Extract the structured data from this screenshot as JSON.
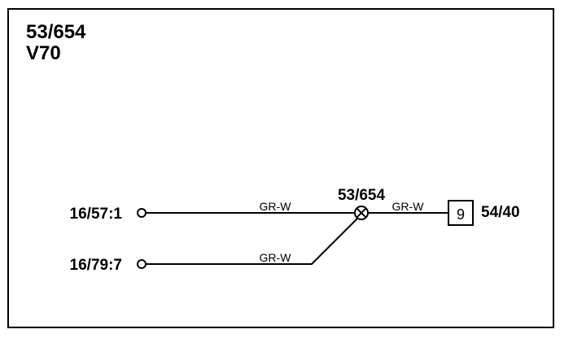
{
  "header": {
    "code": "53/654",
    "model": "V70"
  },
  "connectors": [
    {
      "id": "16/57:1"
    },
    {
      "id": "16/79:7"
    }
  ],
  "splice": {
    "id": "53/654"
  },
  "wires": [
    {
      "color": "GR-W",
      "from": "16/57:1",
      "to": "53/654"
    },
    {
      "color": "GR-W",
      "from": "16/79:7",
      "to": "53/654"
    },
    {
      "color": "GR-W",
      "from": "53/654",
      "to": "54/40"
    }
  ],
  "target": {
    "pin": "9",
    "id": "54/40"
  }
}
